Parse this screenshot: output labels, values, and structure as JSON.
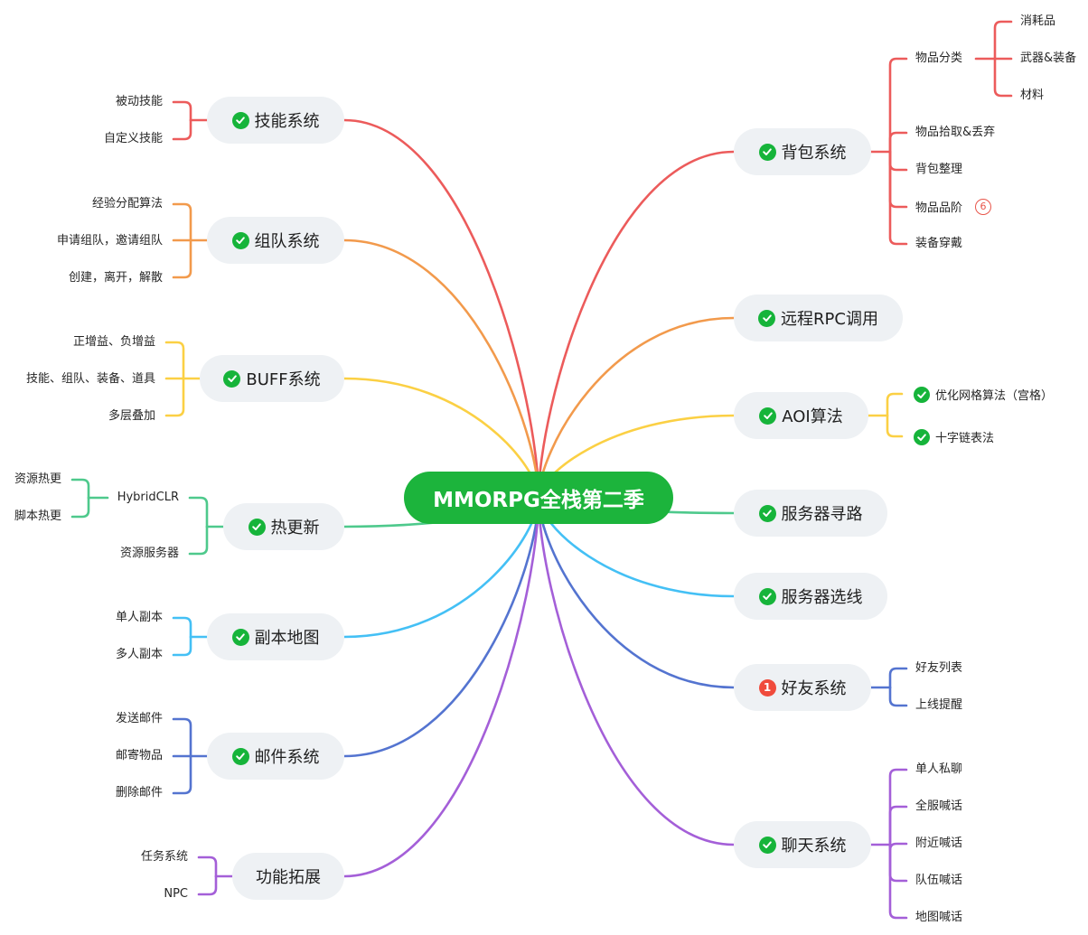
{
  "root": "MMORPG全栈第二季",
  "colors": {
    "red": "#ec5b5b",
    "orange": "#f29a4c",
    "yellow": "#fbd044",
    "green": "#4ec98c",
    "blue": "#44c0f5",
    "indigo": "#5474d0",
    "purple": "#a45fd8",
    "root_fill": "#1cb43c",
    "node_fill": "#eef1f4",
    "check": "#16b43a",
    "alert": "#f04b3c"
  },
  "left": {
    "skill": {
      "label": "技能系统",
      "icon": "check-icon",
      "children": [
        "被动技能",
        "自定义技能"
      ]
    },
    "team": {
      "label": "组队系统",
      "icon": "check-icon",
      "children": [
        "经验分配算法",
        "申请组队，邀请组队",
        "创建，离开，解散"
      ]
    },
    "buff": {
      "label": "BUFF系统",
      "icon": "check-icon",
      "children": [
        "正增益、负增益",
        "技能、组队、装备、道具",
        "多层叠加"
      ]
    },
    "hot": {
      "label": "热更新",
      "icon": "check-icon",
      "children": [
        "HybridCLR",
        "资源服务器"
      ],
      "hybrid_children": [
        "资源热更",
        "脚本热更"
      ]
    },
    "dungeon": {
      "label": "副本地图",
      "icon": "check-icon",
      "children": [
        "单人副本",
        "多人副本"
      ]
    },
    "mail": {
      "label": "邮件系统",
      "icon": "check-icon",
      "children": [
        "发送邮件",
        "邮寄物品",
        "删除邮件"
      ]
    },
    "ext": {
      "label": "功能拓展",
      "children": [
        "任务系统",
        "NPC"
      ]
    }
  },
  "right": {
    "bag": {
      "label": "背包系统",
      "icon": "check-icon",
      "children": [
        "物品分类",
        "物品拾取&丢弃",
        "背包整理",
        "物品品阶",
        "装备穿戴"
      ],
      "category_children": [
        "消耗品",
        "武器&装备",
        "材料"
      ],
      "grade_badge": "6"
    },
    "rpc": {
      "label": "远程RPC调用",
      "icon": "check-icon"
    },
    "aoi": {
      "label": "AOI算法",
      "icon": "check-icon",
      "children": [
        "优化网格算法（宫格）",
        "十字链表法"
      ]
    },
    "path": {
      "label": "服务器寻路",
      "icon": "check-icon"
    },
    "line": {
      "label": "服务器选线",
      "icon": "check-icon"
    },
    "friend": {
      "label": "好友系统",
      "badge": "1",
      "children": [
        "好友列表",
        "上线提醒"
      ]
    },
    "chat": {
      "label": "聊天系统",
      "icon": "check-icon",
      "children": [
        "单人私聊",
        "全服喊话",
        "附近喊话",
        "队伍喊话",
        "地图喊话"
      ]
    }
  }
}
